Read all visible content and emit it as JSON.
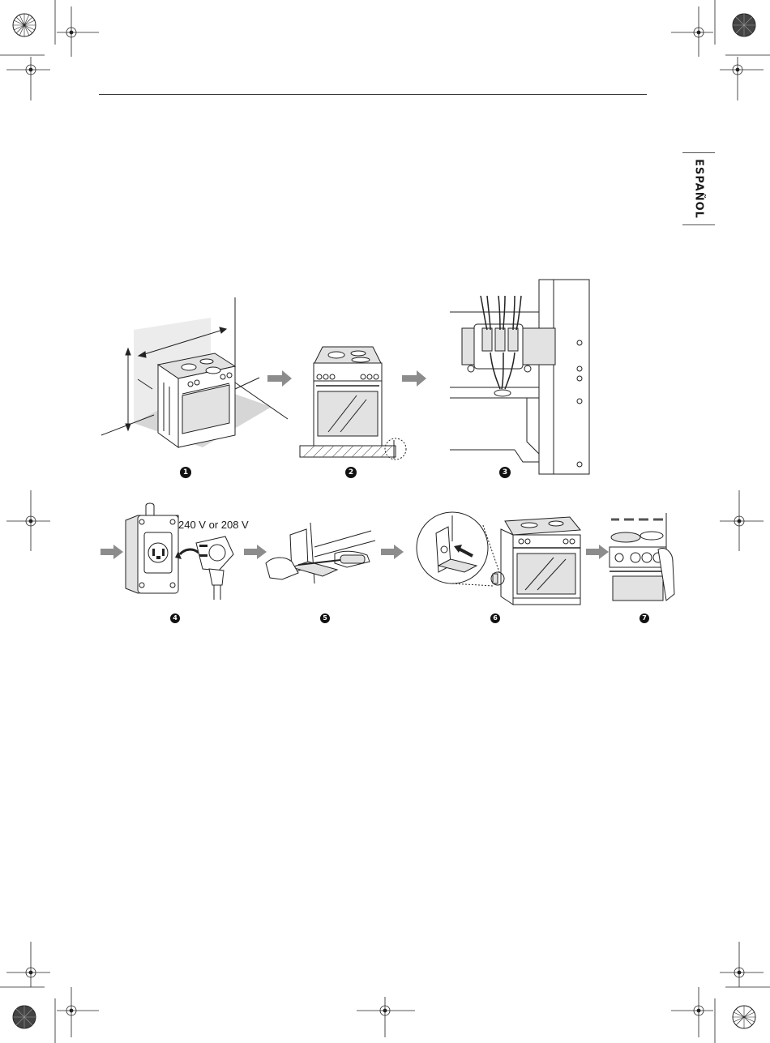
{
  "side_tab": {
    "label": "ESPAÑOL"
  },
  "steps": [
    {
      "number": "1"
    },
    {
      "number": "2"
    },
    {
      "number": "3"
    },
    {
      "number": "4"
    },
    {
      "number": "5"
    },
    {
      "number": "6"
    },
    {
      "number": "7"
    }
  ],
  "step4": {
    "voltage_label": "240 V or 208 V"
  }
}
